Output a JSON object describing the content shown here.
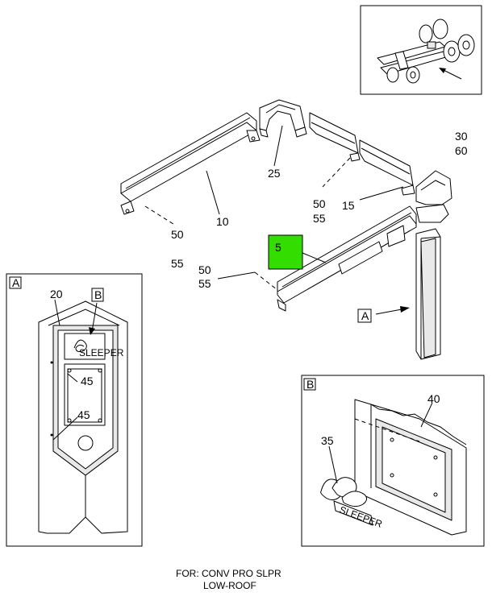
{
  "callouts": {
    "c5": "5",
    "c10": "10",
    "c15": "15",
    "c20": "20",
    "c25": "25",
    "c30": "30",
    "c35": "35",
    "c40": "40",
    "c45a": "45",
    "c45b": "45",
    "c50a": "50",
    "c50b": "50",
    "c50c": "50",
    "c55a": "55",
    "c55b": "55",
    "c55c": "55",
    "c60": "60"
  },
  "views": {
    "a_tag": "A",
    "a_ref": "A",
    "b_tag": "B",
    "b_ref": "B"
  },
  "caption": {
    "line1": "FOR: CONV PRO SLPR",
    "line2": "LOW-ROOF"
  },
  "highlight_color": "#33dd00"
}
